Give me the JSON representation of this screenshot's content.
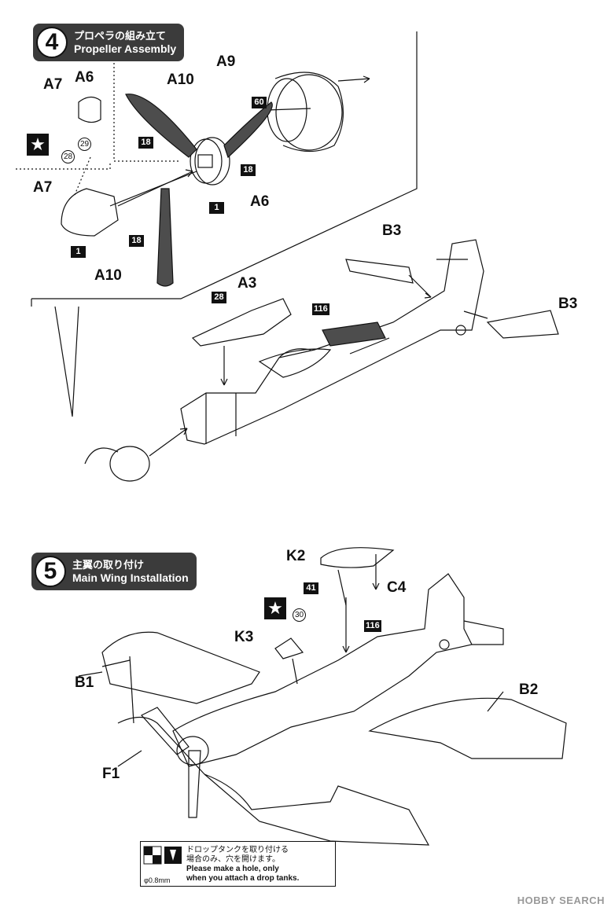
{
  "step4": {
    "number": "4",
    "title_jp": "プロペラの組み立て",
    "title_en": "Propeller Assembly"
  },
  "step5": {
    "number": "5",
    "title_jp": "主翼の取り付け",
    "title_en": "Main Wing Installation"
  },
  "labels4": {
    "a7_top": "A7",
    "a6_top": "A6",
    "a10_top": "A10",
    "a9": "A9",
    "a7": "A7",
    "a6": "A6",
    "a10_bottom": "A10",
    "b3_top": "B3",
    "a3": "A3",
    "b3_right": "B3"
  },
  "labels5": {
    "k2": "K2",
    "c4": "C4",
    "k3": "K3",
    "b1": "B1",
    "b2": "B2",
    "f1": "F1"
  },
  "colors4": {
    "c28": "28",
    "c29": "29",
    "s60": "60",
    "s18a": "18",
    "s18b": "18",
    "s1a": "1",
    "s18c": "18",
    "s1b": "1",
    "s28": "28",
    "s116": "116"
  },
  "colors5": {
    "s41": "41",
    "c30": "30",
    "s116": "116"
  },
  "note": {
    "line1": "ドロップタンクを取り付ける",
    "line2": "場合のみ、穴を開けます。",
    "line3": "Please make a hole, only",
    "line4": "when you attach a drop tanks.",
    "diameter": "φ0.8mm"
  },
  "watermark": "HOBBY SEARCH"
}
